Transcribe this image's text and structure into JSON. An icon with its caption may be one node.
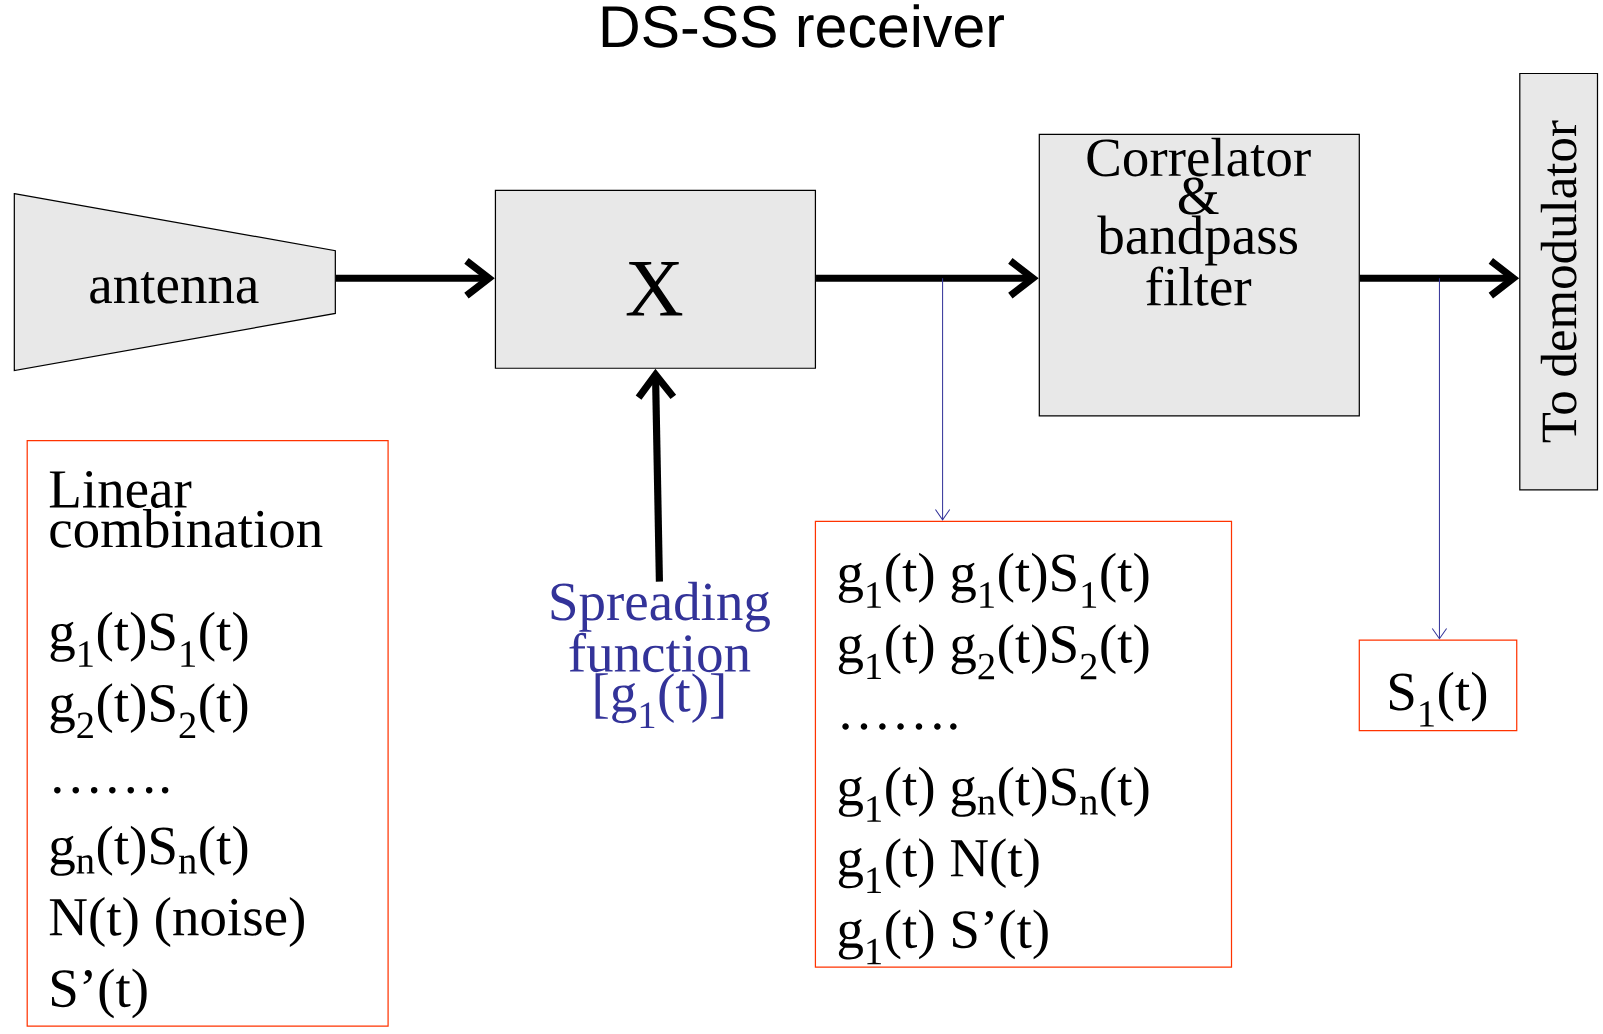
{
  "diagram": {
    "title": "DS-SS receiver",
    "nodes": [
      {
        "text": [
          "antenna"
        ]
      },
      {
        "text": [
          "X"
        ]
      },
      {
        "text": [
          "Correlator & bandpass filter"
        ]
      },
      {
        "text": [
          "To demodulator"
        ]
      },
      {
        "text": [
          "Linear combination",
          "g$_{1}$(t)S$_{1}$(t)",
          "g$_{2}$(t)S$_{2}$(t)",
          "…….",
          "g$_{n}$(t)S$_{n}$(t)",
          "N(t) (noise)",
          "S’(t)"
        ]
      },
      {
        "text": [
          "Spreading function [g$_{1}$(t)]"
        ]
      },
      {
        "text": [
          "g$_{1}$(t) g$_{1}$(t)S$_{1}$(t)",
          "g$_{1}$(t) g$_{2}$(t)S$_{2}$(t)",
          "…….",
          "g$_{1}$(t) g$_{n}$(t)S$_{n}$(t)",
          "g$_{1}$(t) N(t)",
          "g$_{1}$(t) S’(t)"
        ]
      },
      {
        "text": [
          "S$_{1}$(t)"
        ]
      }
    ],
    "edges": [
      {
        "from": 0,
        "to": 1,
        "arrow": "to"
      },
      {
        "from": 1,
        "to": 2,
        "arrow": "to"
      },
      {
        "from": 2,
        "to": 3,
        "arrow": "to"
      },
      {
        "from": 5,
        "to": 1,
        "arrow": "to"
      },
      {
        "from": null,
        "to": 6,
        "arrow": "to",
        "color": "#333399"
      },
      {
        "from": null,
        "to": 7,
        "arrow": "to",
        "color": "#333399"
      }
    ]
  }
}
